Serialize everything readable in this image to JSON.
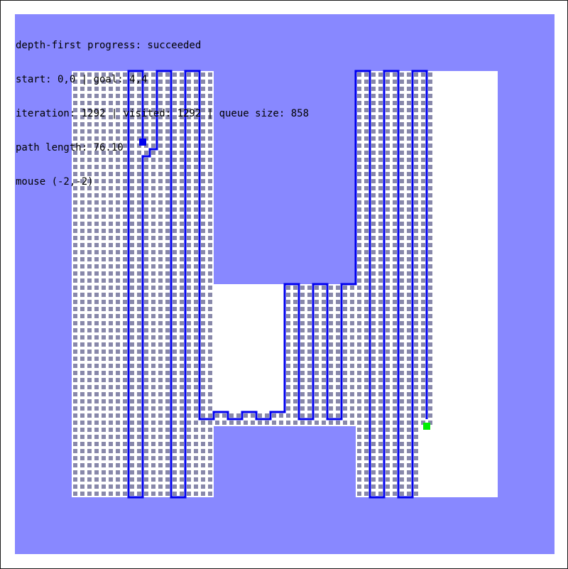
{
  "hud": {
    "progress": "depth-first progress: succeeded",
    "endpoints": "start: 0,0 | goal: 4,4",
    "stats": "iteration: 1292 | visited: 1292 | queue size: 858",
    "path": "path length: 76.10",
    "mouse": "mouse (-2,-2)"
  },
  "colors": {
    "obstacle": "#8888ff",
    "free": "#ffffff",
    "visited": "#8888aa",
    "path": "#0000ee",
    "start": "#0000ee",
    "goal": "#00ee00"
  },
  "icons": {
    "start": "start-marker-square",
    "goal": "goal-marker-square"
  }
}
